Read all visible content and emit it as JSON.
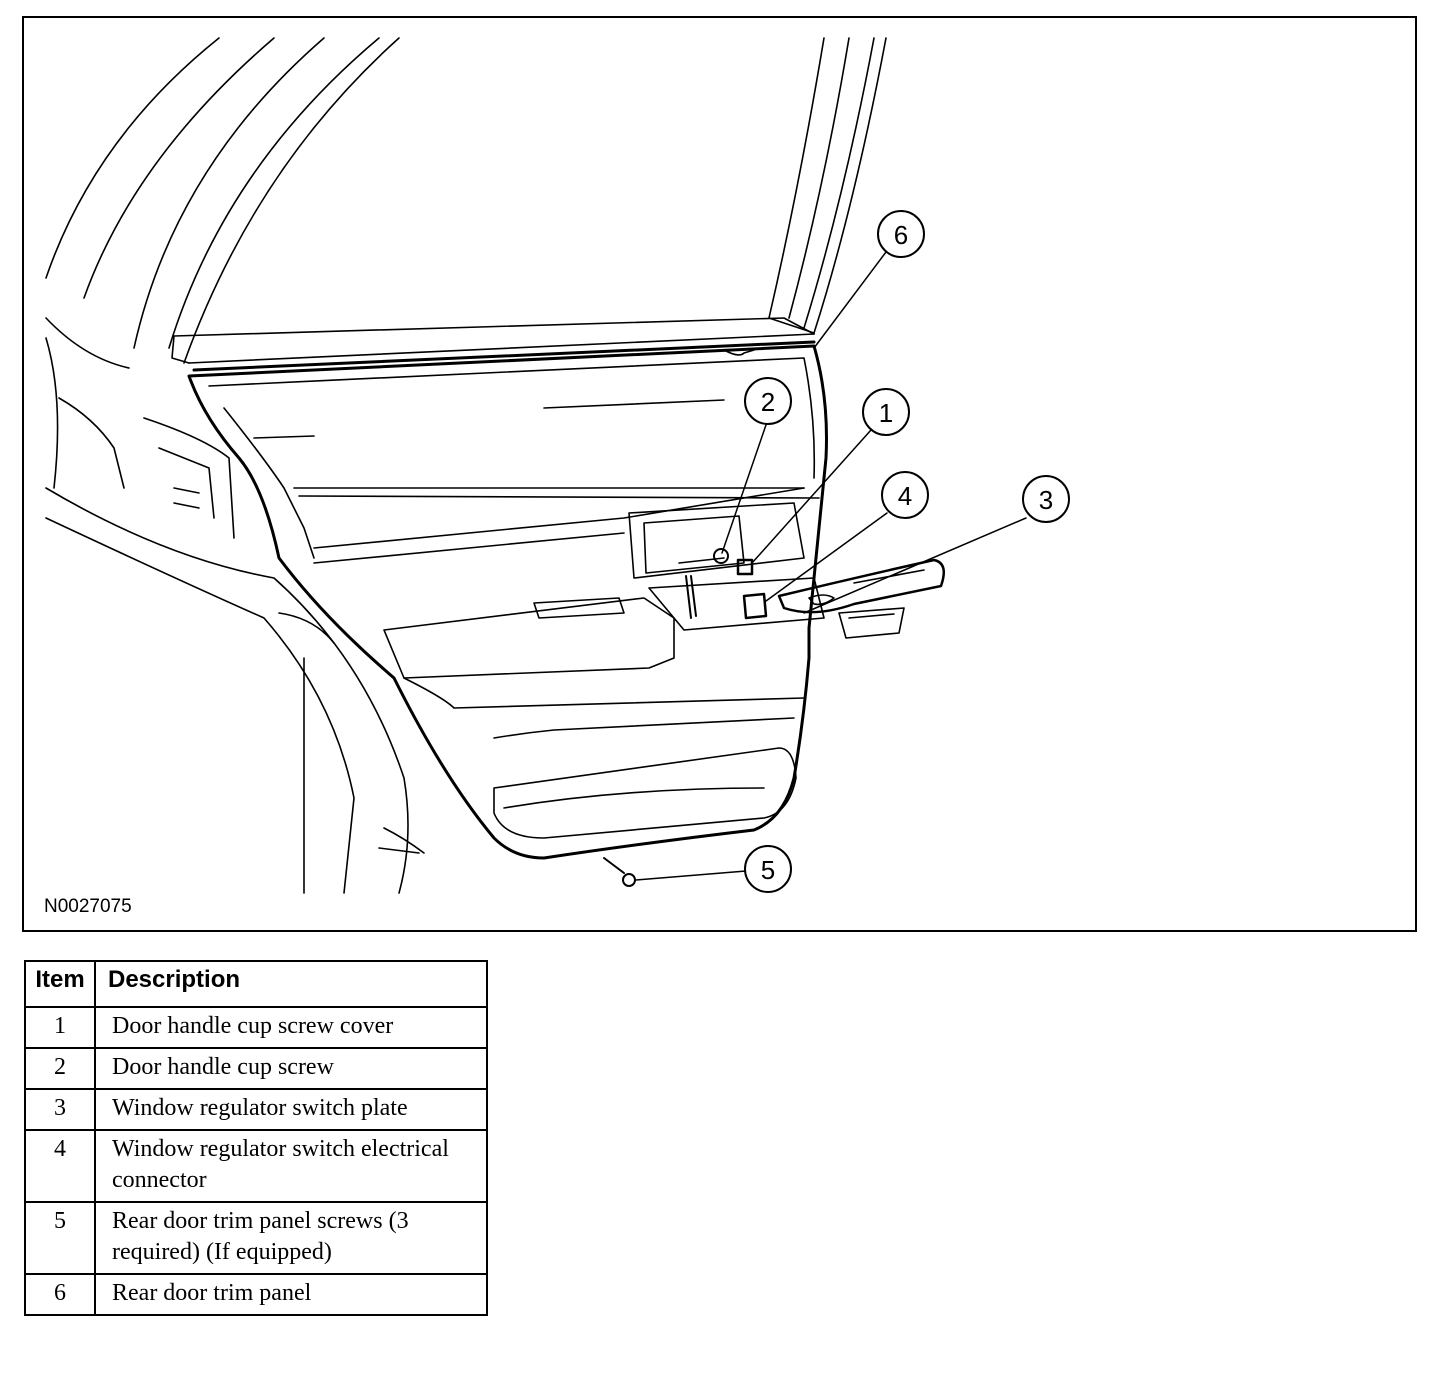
{
  "figure": {
    "id_label": "N0027075",
    "callouts": [
      "1",
      "2",
      "3",
      "4",
      "5",
      "6"
    ]
  },
  "legend": {
    "header_item": "Item",
    "header_description": "Description",
    "rows": [
      {
        "item": "1",
        "description": "Door handle cup screw cover"
      },
      {
        "item": "2",
        "description": "Door handle cup screw"
      },
      {
        "item": "3",
        "description": "Window regulator switch plate"
      },
      {
        "item": "4",
        "description": "Window regulator switch electrical connector"
      },
      {
        "item": "5",
        "description": "Rear door trim panel screws (3 required) (If equipped)"
      },
      {
        "item": "6",
        "description": "Rear door trim panel"
      }
    ]
  }
}
